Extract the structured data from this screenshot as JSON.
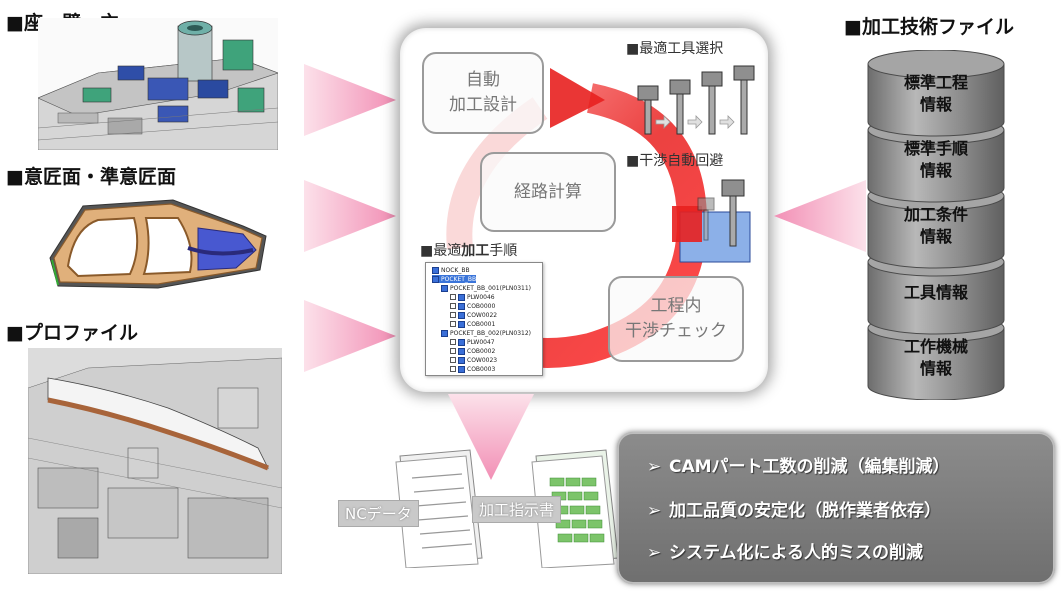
{
  "inputs": {
    "seat": {
      "label": "■座・壁・穴"
    },
    "design_surface": {
      "label": "■意匠面・準意匠面"
    },
    "profile": {
      "label": "■プロファイル"
    }
  },
  "center": {
    "auto_design": {
      "line1": "自動",
      "line2": "加工設計"
    },
    "path_calc": {
      "label": "経路計算"
    },
    "interference_check": {
      "line1": "工程内",
      "line2": "干渉チェック"
    },
    "optimal_tool": {
      "label": "■最適工具選択"
    },
    "auto_avoid": {
      "label": "■干渉自動回避"
    },
    "optimal_order": {
      "prefix": "■最適",
      "bold": "加工",
      "suffix": "手順"
    }
  },
  "tree": {
    "rows": [
      {
        "text": "NOCK_BB",
        "indent": 0,
        "selected": false
      },
      {
        "text": "POCKET_BB",
        "indent": 0,
        "selected": true
      },
      {
        "text": "POCKET_BB_001(PLN0311)",
        "indent": 1,
        "selected": false
      },
      {
        "text": "PLW0046",
        "indent": 2,
        "selected": false
      },
      {
        "text": "COB0000",
        "indent": 2,
        "selected": false
      },
      {
        "text": "COW0022",
        "indent": 2,
        "selected": false
      },
      {
        "text": "COB0001",
        "indent": 2,
        "selected": false
      },
      {
        "text": "POCKET_BB_002(PLN0312)",
        "indent": 1,
        "selected": false
      },
      {
        "text": "PLW0047",
        "indent": 2,
        "selected": false
      },
      {
        "text": "COB0002",
        "indent": 2,
        "selected": false
      },
      {
        "text": "COW0023",
        "indent": 2,
        "selected": false
      },
      {
        "text": "COB0003",
        "indent": 2,
        "selected": false
      }
    ]
  },
  "database": {
    "title": "■加工技術ファイル",
    "disks": [
      {
        "line1": "標準工程",
        "line2": "情報"
      },
      {
        "line1": "標準手順",
        "line2": "情報"
      },
      {
        "line1": "加工条件",
        "line2": "情報"
      },
      {
        "line1": "工具情報",
        "line2": ""
      },
      {
        "line1": "工作機械",
        "line2": "情報"
      }
    ]
  },
  "outputs": {
    "nc_data": {
      "label": "NCデータ"
    },
    "instructions": {
      "label": "加工指示書"
    }
  },
  "benefits": {
    "mark": "➢",
    "items": [
      "CAMパート工数の削減（編集削減）",
      "加工品質の安定化（脱作業者依存）",
      "システム化による人的ミスの削減"
    ]
  },
  "colors": {
    "pink_arrow": "#f7a3c4",
    "cycle_red": "#e8201f",
    "db_gray": "#8e8e8e",
    "panel_gray": "#7d7d7d"
  }
}
